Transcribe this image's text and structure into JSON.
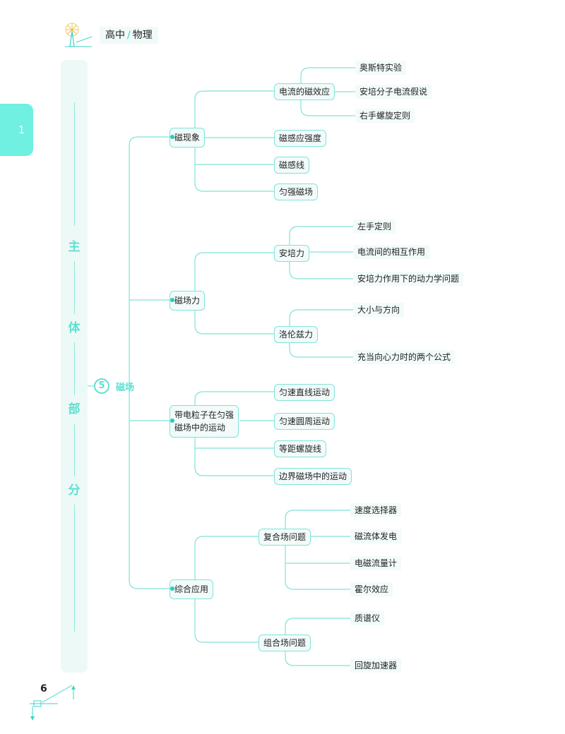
{
  "header": {
    "level": "高中",
    "subject": "物理"
  },
  "left_tab": {
    "number": "1"
  },
  "side_bar": {
    "chars": [
      "主",
      "体",
      "部",
      "分"
    ]
  },
  "root": {
    "number": "5",
    "label": "磁场"
  },
  "branches": [
    {
      "label": "磁现象",
      "children": [
        {
          "label": "电流的磁效应",
          "children": [
            "奥斯特实验",
            "安培分子电流假说",
            "右手螺旋定则"
          ]
        },
        {
          "label": "磁感应强度"
        },
        {
          "label": "磁感线"
        },
        {
          "label": "匀强磁场"
        }
      ]
    },
    {
      "label": "磁场力",
      "children": [
        {
          "label": "安培力",
          "children": [
            "左手定则",
            "电流间的相互作用",
            "安培力作用下的动力学问题"
          ]
        },
        {
          "label": "洛伦兹力",
          "children": [
            "大小与方向",
            "充当向心力时的两个公式"
          ]
        }
      ]
    },
    {
      "label": "带电粒子在匀强磁场中的运动",
      "label_lines": [
        "带电粒子在匀强",
        "磁场中的运动"
      ],
      "children": [
        {
          "label": "匀速直线运动"
        },
        {
          "label": "匀速圆周运动"
        },
        {
          "label": "等距螺旋线"
        },
        {
          "label": "边界磁场中的运动"
        }
      ]
    },
    {
      "label": "综合应用",
      "children": [
        {
          "label": "复合场问题",
          "children": [
            "速度选择器",
            "磁流体发电",
            "电磁流量计",
            "霍尔效应"
          ]
        },
        {
          "label": "组合场问题",
          "children": [
            "质谱仪",
            "回旋加速器"
          ]
        }
      ]
    }
  ],
  "footer": {
    "page_number": "6"
  },
  "colors": {
    "accent": "#5fe0d2",
    "line": "#7fe3d8",
    "tab": "#6ff0e0",
    "node_bg": "#f2fbfa"
  }
}
